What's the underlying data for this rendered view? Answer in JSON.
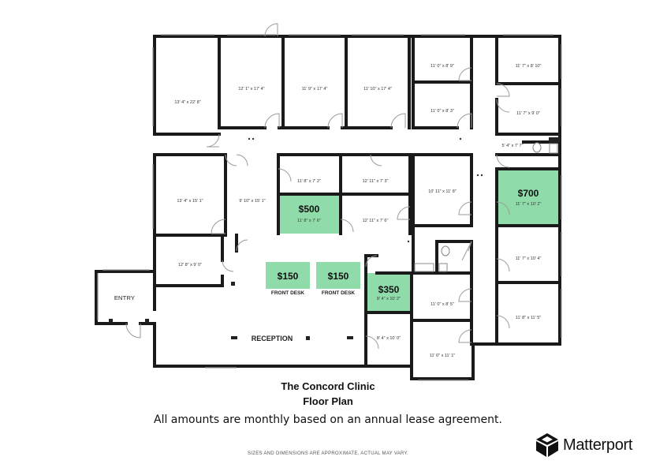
{
  "plan": {
    "title_line1": "The Concord Clinic",
    "title_line2": "Floor Plan",
    "subtitle": "All amounts are monthly based on an annual lease agreement.",
    "disclaimer": "SIZES AND DIMENSIONS ARE APPROXIMATE, ACTUAL MAY VARY.",
    "brand": "Matterport",
    "entry_label": "ENTRY",
    "reception_label": "RECEPTION",
    "highlight_color": "#8fdcaa",
    "rooms": {
      "r1": "13' 4\" x 22' 8\"",
      "r2": "12' 1\" x 17' 4\"",
      "r3": "11' 9\" x 17' 4\"",
      "r4": "11' 10\" x 17' 4\"",
      "r5": "11' 0\" x 8' 9\"",
      "r6": "11' 0\" x 8' 3\"",
      "r7": "11' 7\" x 8' 10\"",
      "r8": "11' 7\" x 9' 0\"",
      "r9": "5' 4\" x 7' 7\"",
      "r10": "13' 4\" x 15' 1\"",
      "r11": "9' 10\" x 15' 1\"",
      "r12": "11' 8\" x 7' 2\"",
      "r13": "12' 11\" x 7' 3\"",
      "r14": "12' 11\" x 7' 6\"",
      "r15": "10' 11\" x 11' 8\"",
      "r16": "11' 7\" x 10' 4\"",
      "r17": "12' 8\" x 9' 0\"",
      "r18": "11' 0\" x 8' 5\"",
      "r19": "11' 8\" x 11' 5\"",
      "r20": "8' 4\" x 10' 0\"",
      "r21": "11' 0\" x 11' 1\""
    },
    "offices": {
      "o500": {
        "price": "$500",
        "dims": "11' 8\" x 7' 6\""
      },
      "o700": {
        "price": "$700",
        "dims": "11' 7\" x 10' 2\""
      },
      "o350": {
        "price": "$350",
        "dims": "8' 4\" x 10' 2\""
      }
    },
    "desks": {
      "d1": {
        "price": "$150",
        "label": "FRONT DESK"
      },
      "d2": {
        "price": "$150",
        "label": "FRONT DESK"
      }
    }
  }
}
